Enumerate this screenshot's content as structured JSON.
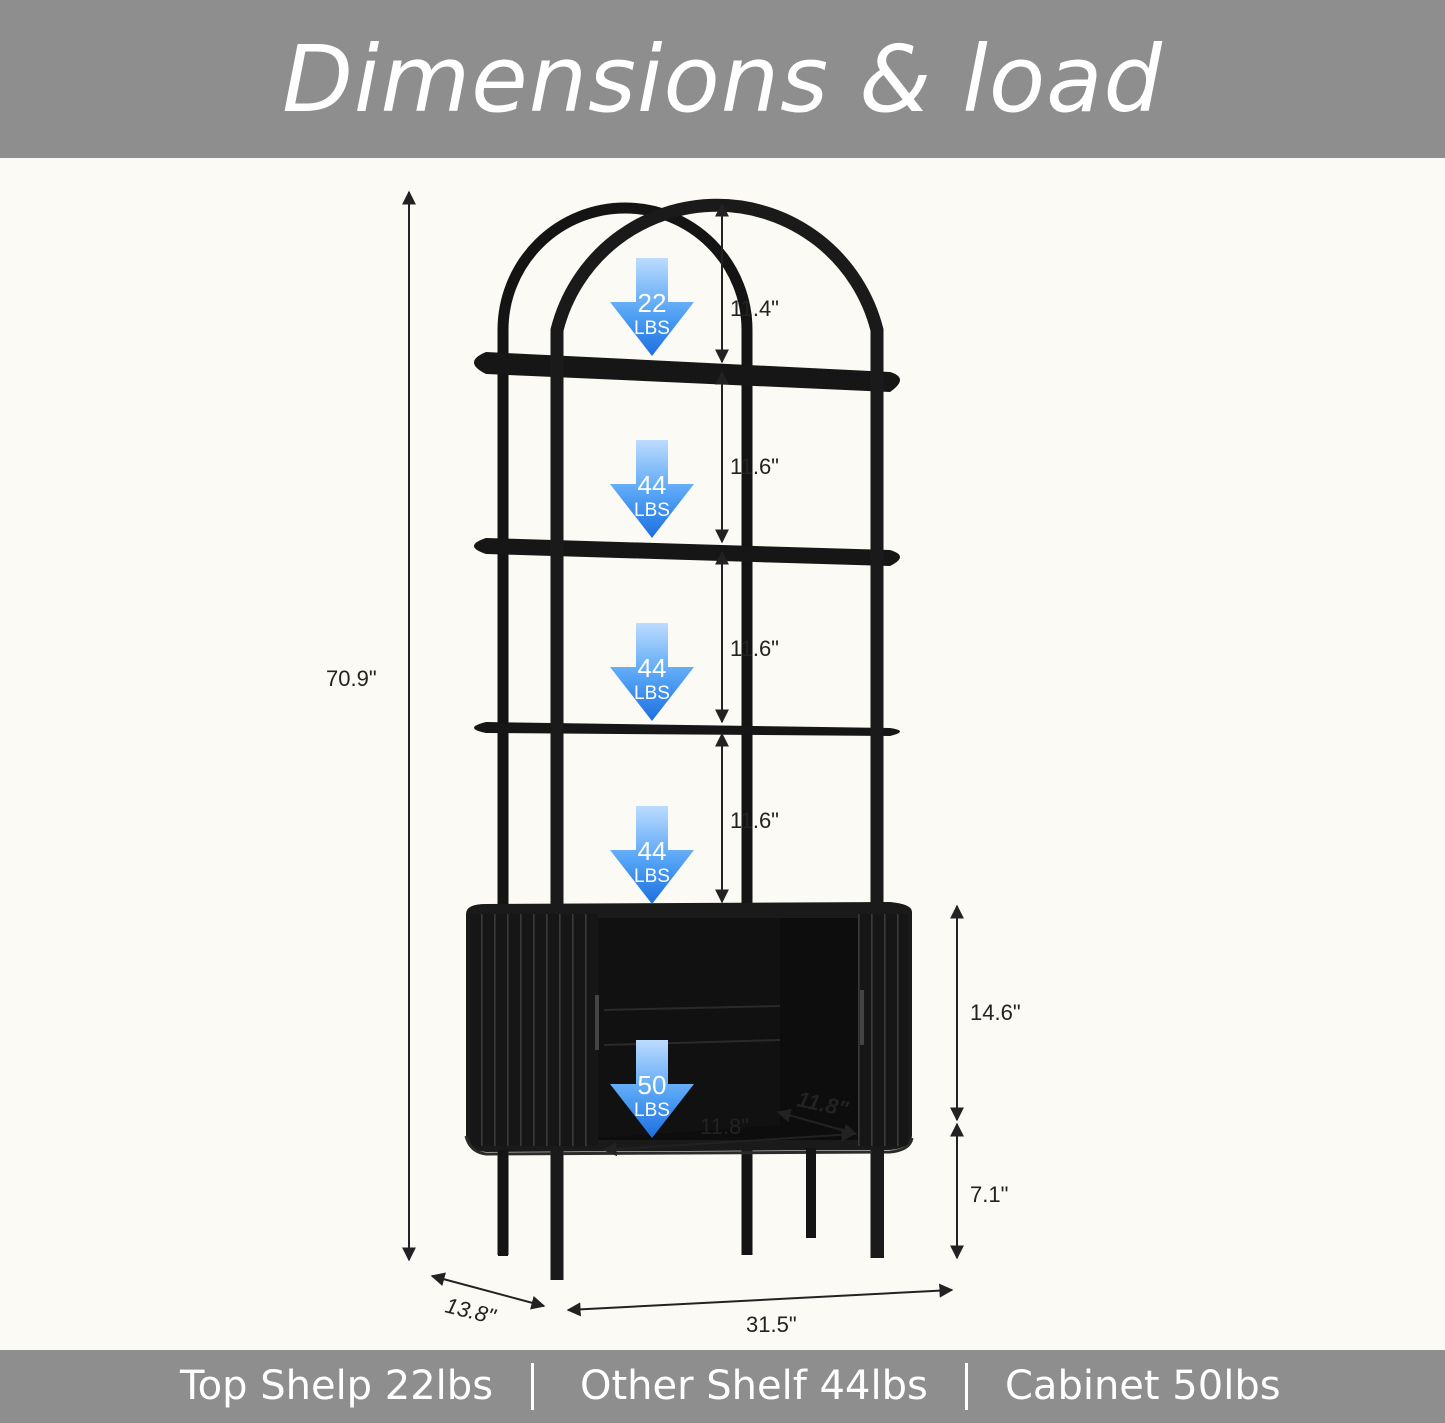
{
  "header": {
    "title": "Dimensions & load"
  },
  "dimensions": {
    "total_height": "70.9\"",
    "gap_top": "11.4\"",
    "gap_2": "11.6\"",
    "gap_3": "11.6\"",
    "gap_4": "11.6\"",
    "cabinet_height": "14.6\"",
    "leg_height": "7.1\"",
    "depth": "13.8\"",
    "width": "31.5\"",
    "inner_width": "11.8\"",
    "inner_depth": "11.8\""
  },
  "loads": [
    {
      "value": "22",
      "unit": "LBS"
    },
    {
      "value": "44",
      "unit": "LBS"
    },
    {
      "value": "44",
      "unit": "LBS"
    },
    {
      "value": "44",
      "unit": "LBS"
    },
    {
      "value": "50",
      "unit": "LBS"
    }
  ],
  "footer": {
    "items": [
      "Top Shelp 22lbs",
      "Other Shelf 44lbs",
      "Cabinet 50lbs"
    ]
  },
  "colors": {
    "banner": "#8e8e8e",
    "background": "#fbfaf5",
    "arrow": "#2f8cf0",
    "furniture": "#1a1a1a"
  }
}
